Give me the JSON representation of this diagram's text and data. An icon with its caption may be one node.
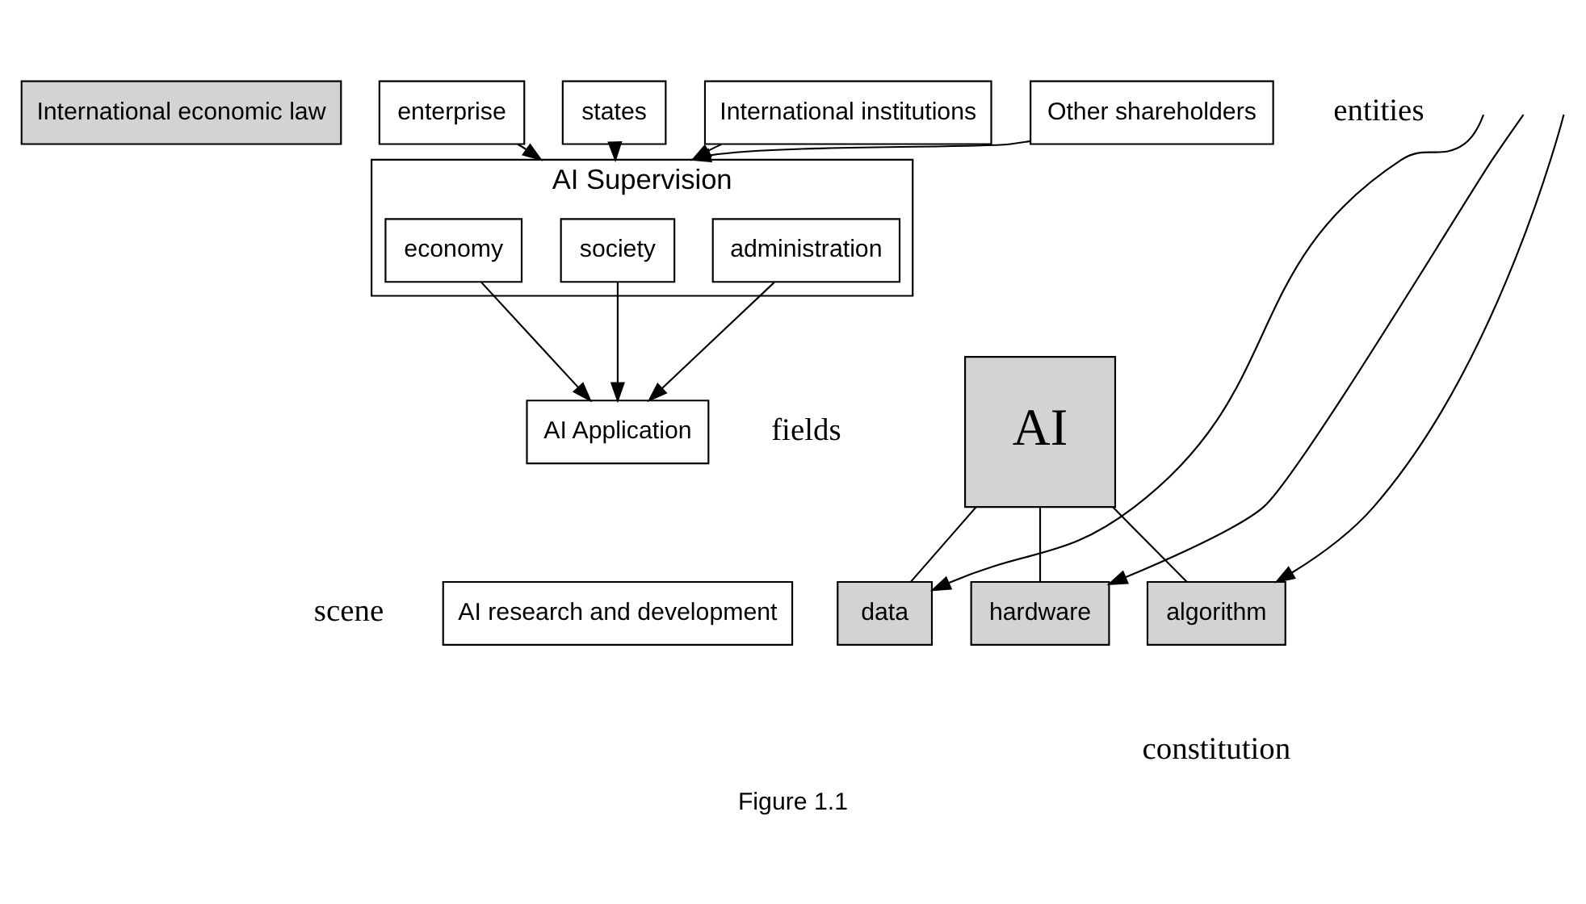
{
  "diagram": {
    "caption": "Figure 1.1",
    "nodes": [
      {
        "text": [
          "International economic law"
        ]
      },
      {
        "text": [
          "enterprise"
        ]
      },
      {
        "text": [
          "states"
        ]
      },
      {
        "text": [
          "International institutions"
        ]
      },
      {
        "text": [
          "Other shareholders"
        ]
      },
      {
        "text": [
          "AI Supervision"
        ]
      },
      {
        "text": [
          "economy"
        ],
        "in": 5
      },
      {
        "text": [
          "society"
        ],
        "in": 5
      },
      {
        "text": [
          "administration"
        ],
        "in": 5
      },
      {
        "text": [
          "AI Application"
        ]
      },
      {
        "text": [
          "AI research and development"
        ]
      },
      {
        "text": [
          "AI"
        ]
      },
      {
        "text": [
          "data"
        ]
      },
      {
        "text": [
          "hardware"
        ]
      },
      {
        "text": [
          "algorithm"
        ]
      }
    ],
    "edges": [
      {
        "from": 1,
        "to": 5,
        "arrow": "to"
      },
      {
        "from": 2,
        "to": 5,
        "arrow": "to"
      },
      {
        "from": 3,
        "to": 5,
        "arrow": "to"
      },
      {
        "from": 4,
        "to": 5,
        "arrow": "to"
      },
      {
        "from": 6,
        "to": 9,
        "arrow": "to"
      },
      {
        "from": 7,
        "to": 9,
        "arrow": "to"
      },
      {
        "from": 8,
        "to": 9,
        "arrow": "to"
      },
      {
        "from": 11,
        "to": 12,
        "arrow": "none"
      },
      {
        "from": 11,
        "to": 13,
        "arrow": "none"
      },
      {
        "from": 11,
        "to": 14,
        "arrow": "none"
      },
      {
        "from": null,
        "to": 12,
        "arrow": "to"
      },
      {
        "from": null,
        "to": 13,
        "arrow": "to"
      },
      {
        "from": null,
        "to": 14,
        "arrow": "to"
      }
    ],
    "labels": [
      "entities",
      "fields",
      "scene",
      "constitution"
    ]
  }
}
